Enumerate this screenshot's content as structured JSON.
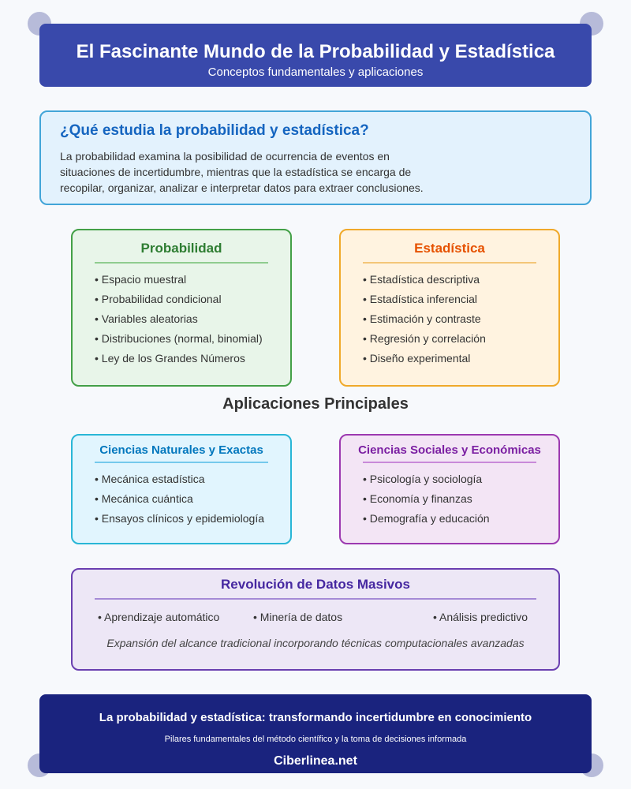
{
  "header": {
    "title": "El Fascinante Mundo de la Probabilidad y Estadística",
    "subtitle": "Conceptos fundamentales y aplicaciones"
  },
  "intro": {
    "question": "¿Qué estudia la probabilidad y estadística?",
    "text": "La probabilidad examina la posibilidad de ocurrencia de eventos en situaciones de incertidumbre, mientras que la estadística se encarga de recopilar, organizar, analizar e interpretar datos para extraer conclusiones."
  },
  "probability": {
    "title": "Probabilidad",
    "items": [
      "• Espacio muestral",
      "• Probabilidad condicional",
      "• Variables aleatorias",
      "• Distribuciones (normal, binomial)",
      "• Ley de los Grandes Números"
    ]
  },
  "statistics": {
    "title": "Estadística",
    "items": [
      "• Estadística descriptiva",
      "• Estadística inferencial",
      "• Estimación y contraste",
      "• Regresión y correlación",
      "• Diseño experimental"
    ]
  },
  "applications": {
    "title": "Aplicaciones Principales",
    "natural": {
      "title": "Ciencias Naturales y Exactas",
      "items": [
        "• Mecánica estadística",
        "• Mecánica cuántica",
        "• Ensayos clínicos y epidemiología"
      ]
    },
    "social": {
      "title": "Ciencias Sociales y Económicas",
      "items": [
        "• Psicología y sociología",
        "• Economía y finanzas",
        "• Demografía y educación"
      ]
    }
  },
  "big_data": {
    "title": "Revolución de Datos Masivos",
    "items": [
      "• Aprendizaje automático",
      "• Minería de datos",
      "• Análisis predictivo"
    ],
    "note": "Expansión del alcance tradicional incorporando técnicas computacionales avanzadas"
  },
  "footer": {
    "headline": "La probabilidad y estadística: transformando incertidumbre en conocimiento",
    "tagline": "Pilares fundamentales del método científico y la toma de decisiones informada",
    "brand": "Ciberlinea.net"
  },
  "colors": {
    "header_bg": "#3949ab",
    "footer_bg": "#1a237e",
    "probability": "#43a047",
    "statistics": "#f0a92a",
    "natural": "#29b6d6",
    "social": "#9c39b0",
    "big_data": "#6a3fb0"
  }
}
